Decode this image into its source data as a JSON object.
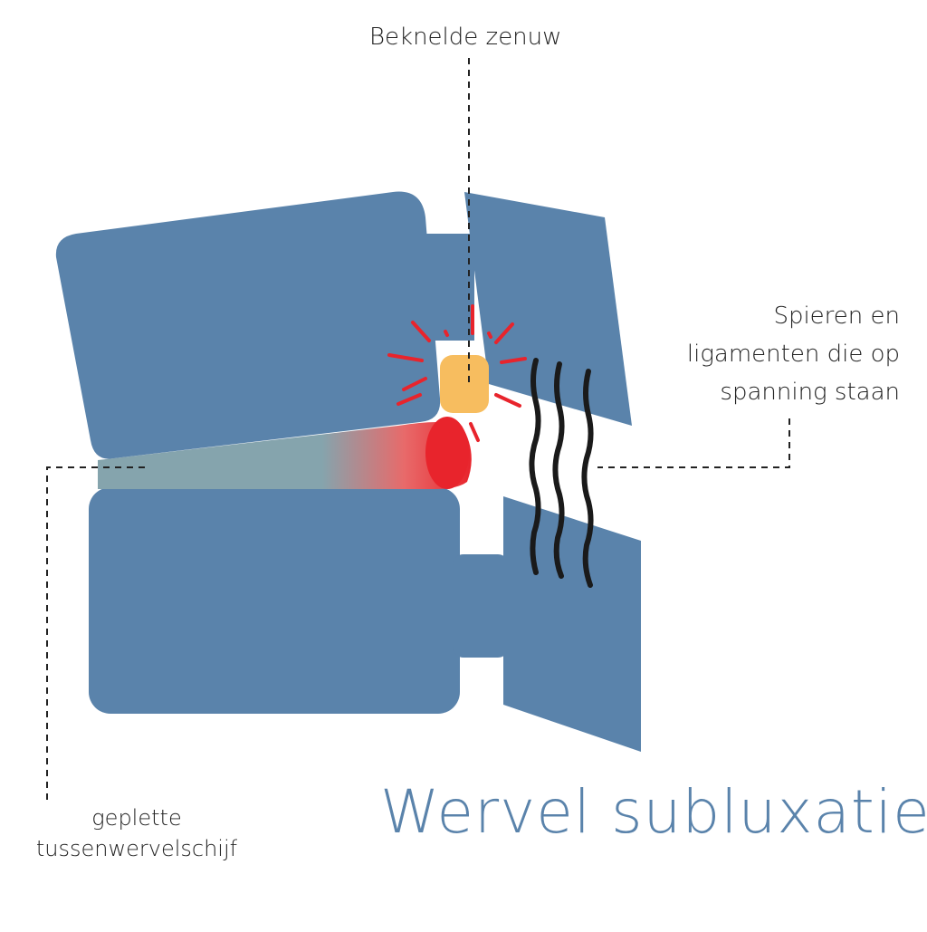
{
  "diagram": {
    "title": "Wervel subluxatie",
    "labels": {
      "nerve": "Beknelde zenuw",
      "muscles": [
        "Spieren en",
        "ligamenten die op",
        "spanning staan"
      ],
      "disc": [
        "geplette",
        "tussenwervelschijf"
      ]
    },
    "colors": {
      "vertebra": "#5a83ab",
      "disc": "#85a4ad",
      "inflammation": "#e8242c",
      "nerve": "#f7bd5f",
      "ligament": "#1a1a1a",
      "title": "#5a83ab"
    }
  }
}
